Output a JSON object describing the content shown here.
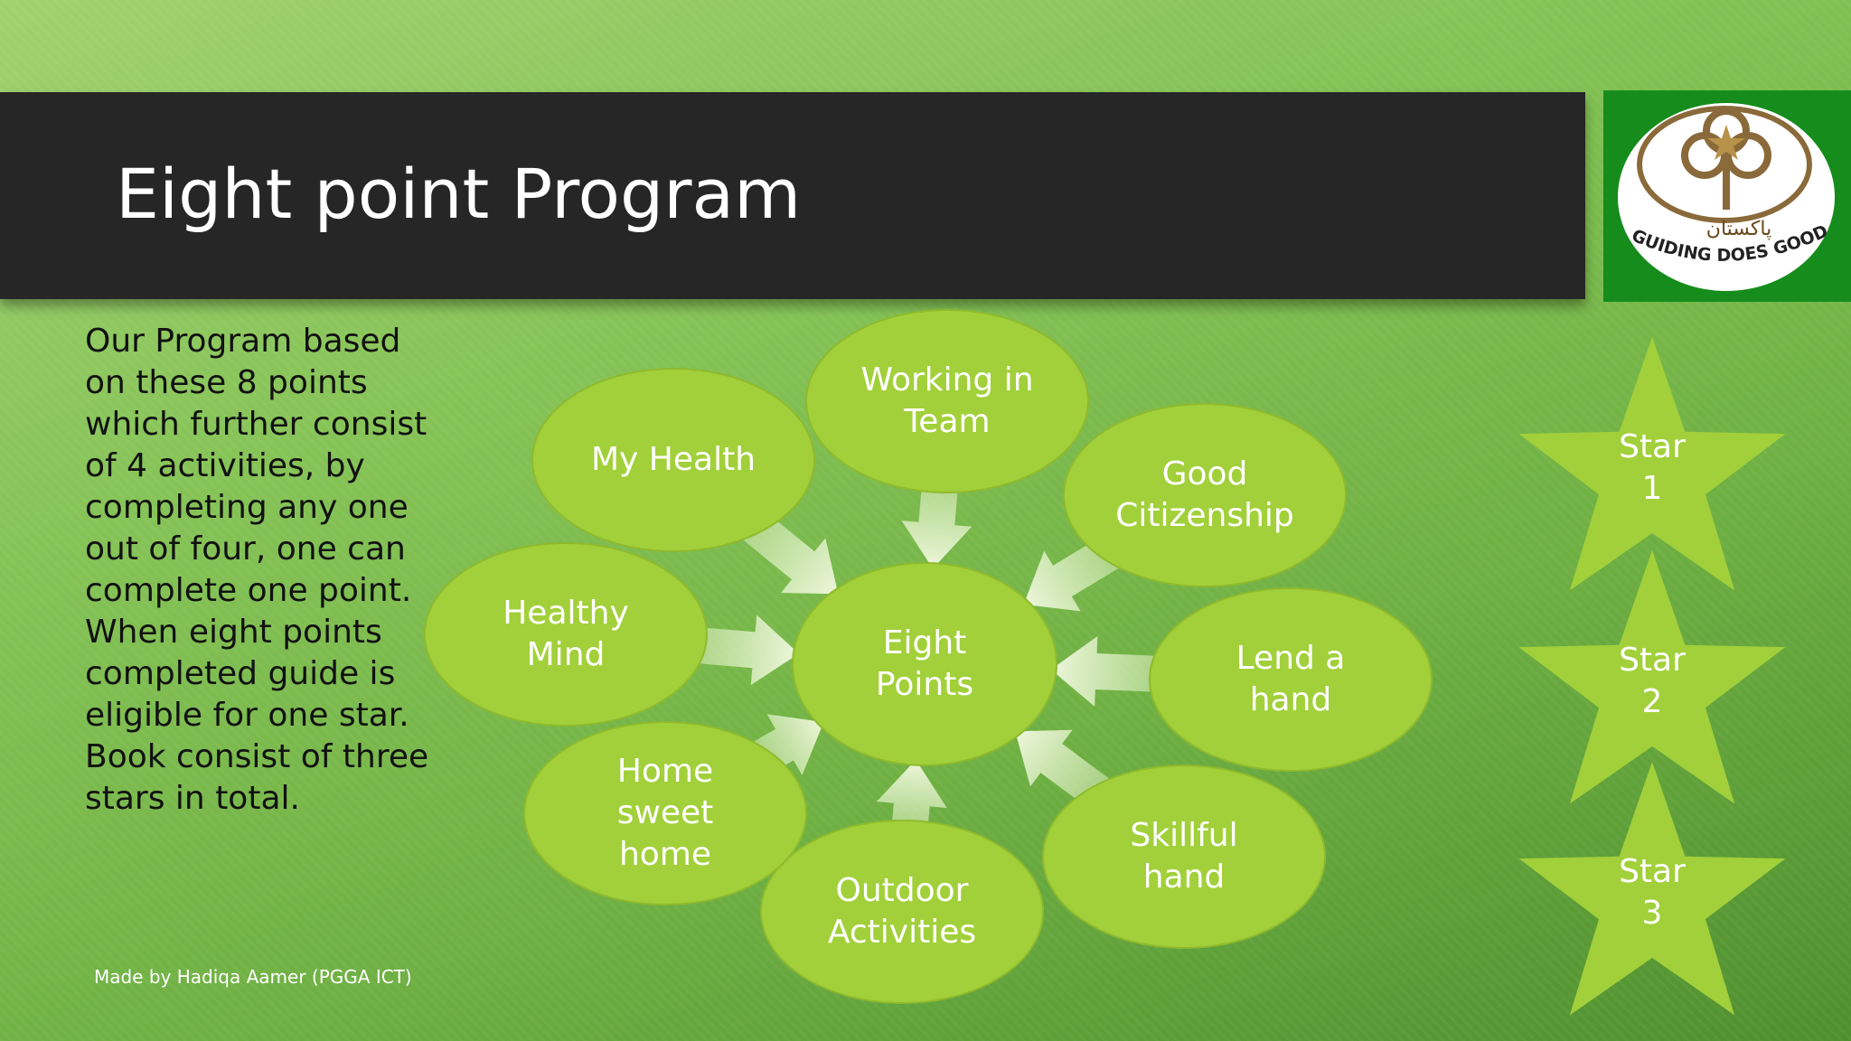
{
  "title": "Eight point Program",
  "description": "Our Program based on these 8 points which further consist of 4 activities, by completing any one out of four, one can complete one point. When eight points completed guide is eligible for one star. Book consist of three stars in total.",
  "credit": "Made by Hadiqa Aamer (PGGA ICT)",
  "logo": {
    "text": "GUIDING DOES GOOD",
    "urdu": "پاکستان"
  },
  "center": "Eight\nPoints",
  "points": [
    {
      "id": "working-in-team",
      "label": "Working in\nTeam"
    },
    {
      "id": "good-citizenship",
      "label": "Good\nCitizenship"
    },
    {
      "id": "lend-a-hand",
      "label": "Lend a\nhand"
    },
    {
      "id": "skillful-hand",
      "label": "Skillful\nhand"
    },
    {
      "id": "outdoor-activities",
      "label": "Outdoor\nActivities"
    },
    {
      "id": "home-sweet-home",
      "label": "Home\nsweet\nhome"
    },
    {
      "id": "healthy-mind",
      "label": "Healthy\nMind"
    },
    {
      "id": "my-health",
      "label": "My Health"
    }
  ],
  "stars": [
    {
      "label": "Star\n1"
    },
    {
      "label": "Star\n2"
    },
    {
      "label": "Star\n3"
    }
  ],
  "colors": {
    "node_fill": "#a2d03a",
    "node_stroke": "#8fba2d",
    "arrow_fill": "#eef7dc",
    "title_bar": "#262626",
    "logo_bg": "#168c1c"
  }
}
